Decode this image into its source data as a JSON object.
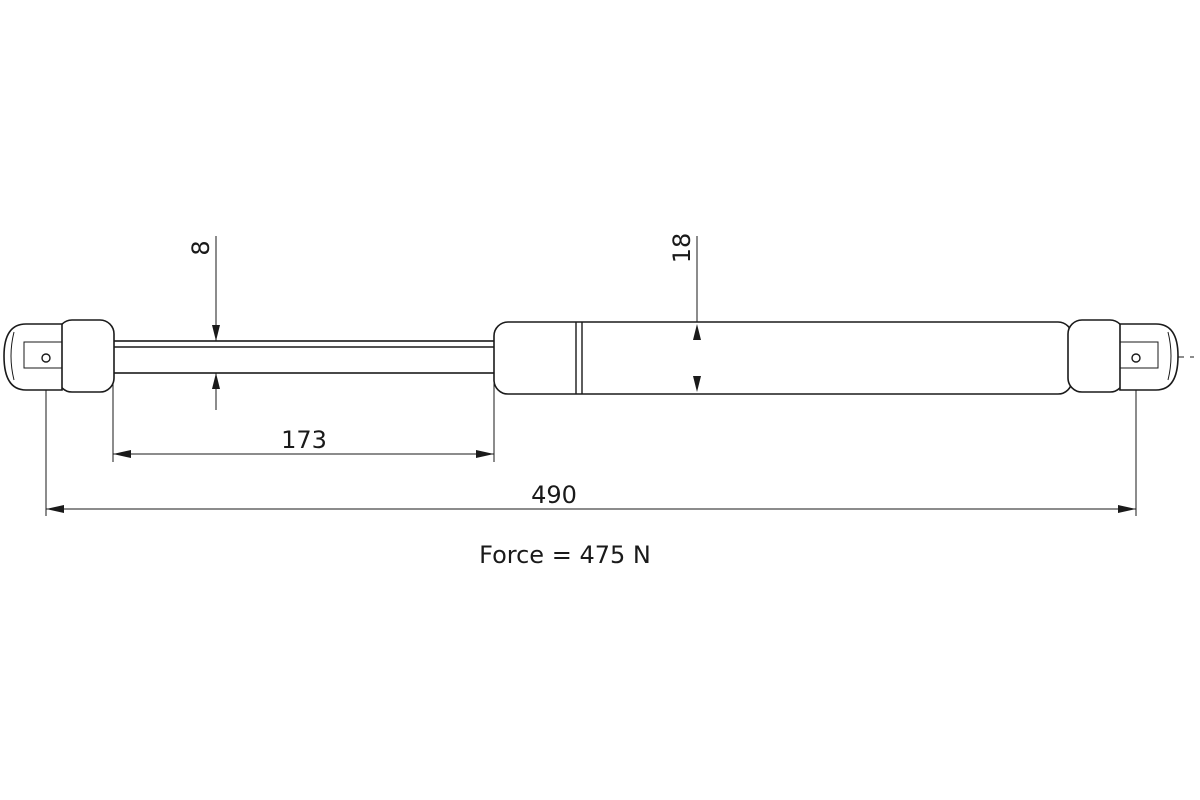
{
  "diagram": {
    "dimensions": {
      "rod_diameter": "8",
      "body_diameter": "18",
      "stroke": "173",
      "length": "490"
    },
    "force_label": "Force = 475 N",
    "line_color": "#1a1a1a",
    "background": "#ffffff"
  }
}
